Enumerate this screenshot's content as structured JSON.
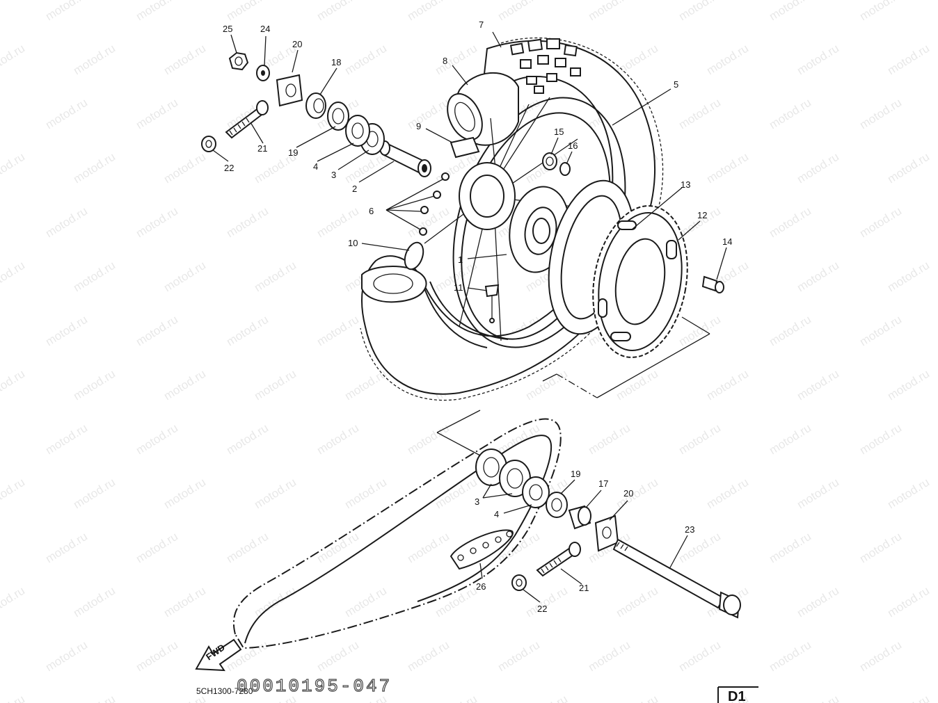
{
  "watermark": "motod.ru",
  "drawing_code": "5CH1300-7280",
  "stamp": "00010195-047",
  "page_label": "D1",
  "fwd_label": "FWD",
  "callouts": [
    "1",
    "2",
    "3",
    "3",
    "4",
    "4",
    "5",
    "6",
    "7",
    "8",
    "9",
    "10",
    "11",
    "12",
    "13",
    "14",
    "15",
    "16",
    "17",
    "18",
    "19",
    "19",
    "20",
    "20",
    "21",
    "21",
    "22",
    "22",
    "23",
    "24",
    "25",
    "26"
  ]
}
